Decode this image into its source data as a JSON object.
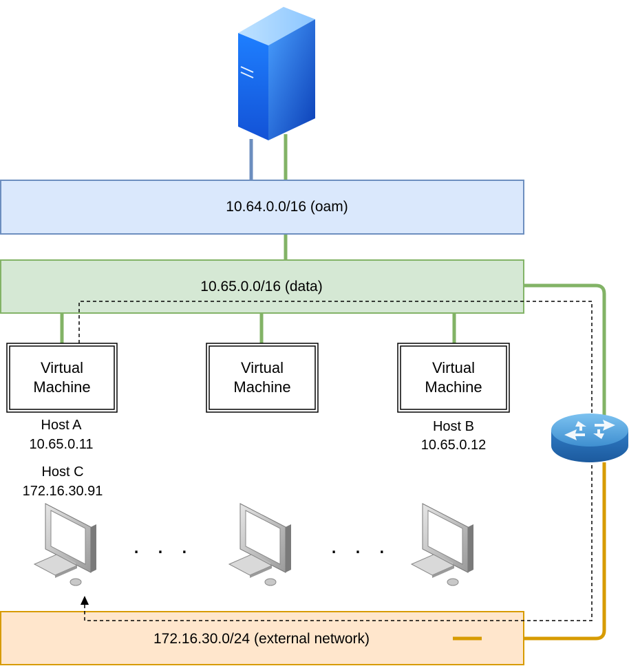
{
  "networks": {
    "oam": {
      "label": "10.64.0.0/16 (oam)",
      "fill": "#dae8fc",
      "stroke": "#6c8ebf"
    },
    "data": {
      "label": "10.65.0.0/16 (data)",
      "fill": "#d5e8d4",
      "stroke": "#82b366"
    },
    "external": {
      "label": "172.16.30.0/24 (external network)",
      "fill": "#ffe6cc",
      "stroke": "#d79b00"
    }
  },
  "vms": [
    {
      "label_line1": "Virtual",
      "label_line2": "Machine",
      "host_name": "Host A",
      "host_ip": "10.65.0.11"
    },
    {
      "label_line1": "Virtual",
      "label_line2": "Machine",
      "host_name": "",
      "host_ip": ""
    },
    {
      "label_line1": "Virtual",
      "label_line2": "Machine",
      "host_name": "Host B",
      "host_ip": "10.65.0.12"
    }
  ],
  "host_c": {
    "name": "Host C",
    "ip": "172.16.30.91"
  },
  "ellipsis": ". . .",
  "icons": {
    "server": "server-icon",
    "router": "router-icon",
    "computer": "desktop-computer-icon"
  },
  "link_colors": {
    "oam": "#6c8ebf",
    "data": "#82b366",
    "external": "#d79b00",
    "flow": "#000000"
  }
}
